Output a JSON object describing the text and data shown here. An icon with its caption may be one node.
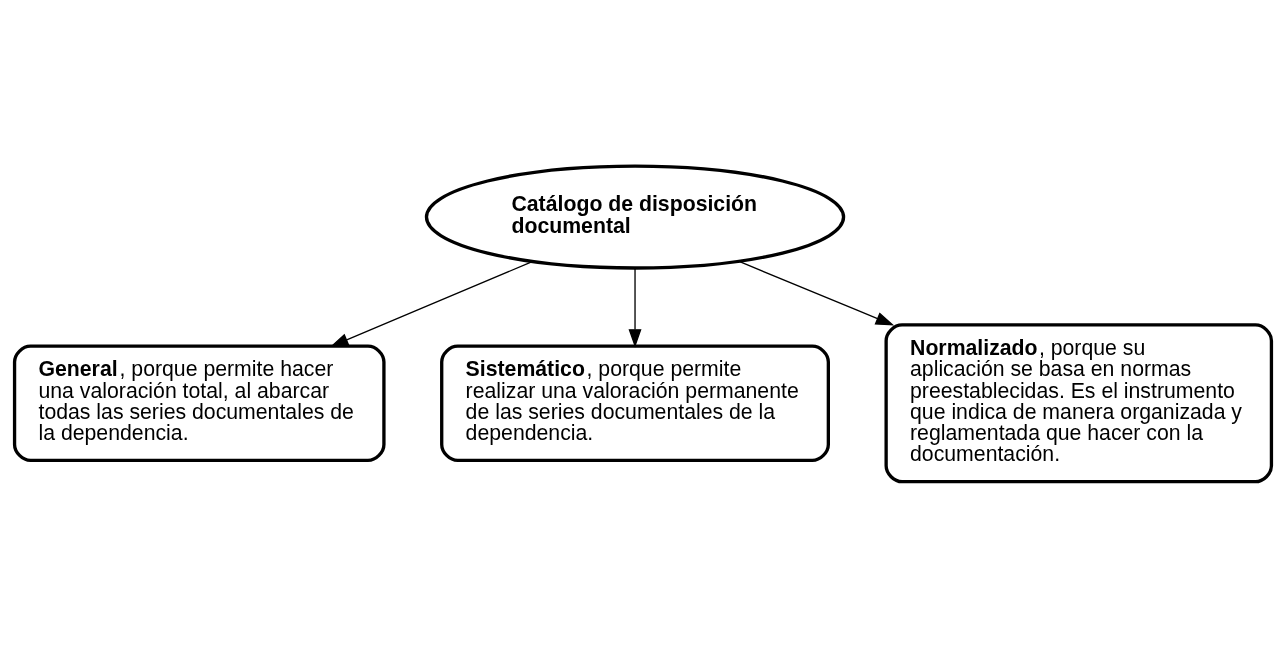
{
  "diagram": {
    "nodes": [
      {
        "text": [
          "Catálogo de disposición documental"
        ]
      },
      {
        "text": [
          "**General**, porque permite hacer una valoración total, al abarcar todas las series documentales de la dependencia."
        ]
      },
      {
        "text": [
          "**Sistemático**, porque permite realizar una valoración permanente de las series documentales de la dependencia."
        ]
      },
      {
        "text": [
          "**Normalizado**, porque su aplicación se basa en normas preestablecidas. Es el instrumento que indica de manera organizada y reglamentada que hacer con la documentación."
        ]
      }
    ],
    "edges": [
      {
        "from": 0,
        "to": 1,
        "arrow": "to"
      },
      {
        "from": 0,
        "to": 2,
        "arrow": "to"
      },
      {
        "from": 0,
        "to": 3,
        "arrow": "to"
      }
    ]
  }
}
